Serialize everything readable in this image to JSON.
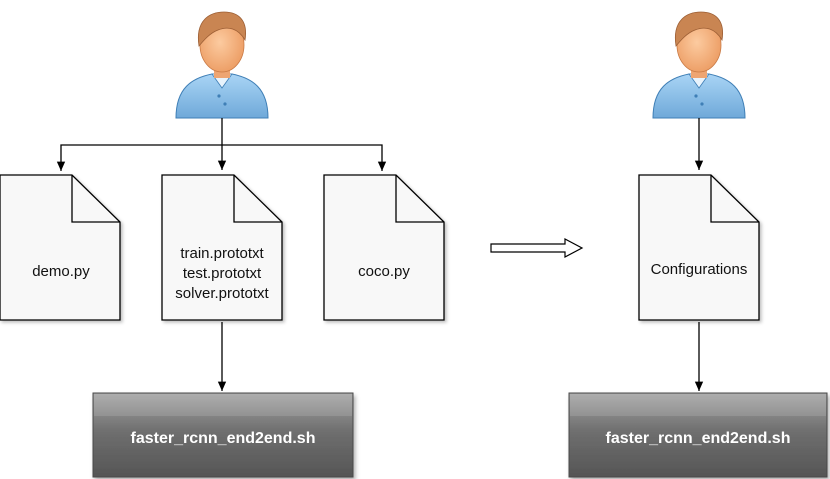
{
  "left_flow": {
    "documents": [
      {
        "lines": [
          "demo.py"
        ]
      },
      {
        "lines": [
          "train.prototxt",
          "test.prototxt",
          "solver.prototxt"
        ]
      },
      {
        "lines": [
          "coco.py"
        ]
      }
    ],
    "script_label": "faster_rcnn_end2end.sh"
  },
  "right_flow": {
    "documents": [
      {
        "lines": [
          "Configurations"
        ]
      }
    ],
    "script_label": "faster_rcnn_end2end.sh"
  },
  "colors": {
    "skin": "#f5b987",
    "hair": "#c98552",
    "shirt": "#8ec3ec",
    "document_fill": "#f8f8f8",
    "script_dark": "#5a5a5a",
    "script_light": "#a0a0a0"
  },
  "icons": {
    "user": "user-icon",
    "document": "document-icon",
    "transition": "hollow-right-arrow-icon"
  }
}
